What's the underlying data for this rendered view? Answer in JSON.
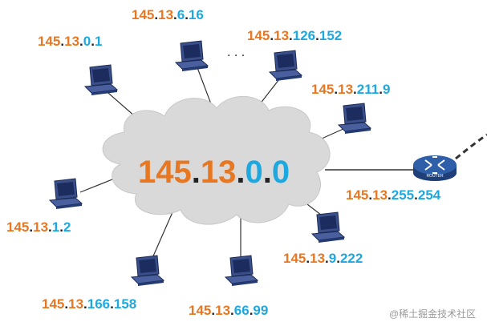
{
  "colors": {
    "network": "#e87722",
    "subnet": "#e87722",
    "host": "#1ea8e0",
    "dot": "#222222",
    "link": "#333333",
    "cloud_fill": "#d9d9d9",
    "router_fill": "#2f5fa8"
  },
  "network_label": {
    "p1": "145",
    "p2": "13",
    "p3": "0",
    "p4": "0"
  },
  "hosts": [
    {
      "id": "h1",
      "p1": "145",
      "p2": "13",
      "p3": "0",
      "p4": "1"
    },
    {
      "id": "h2",
      "p1": "145",
      "p2": "13",
      "p3": "6",
      "p4": "16"
    },
    {
      "id": "h3",
      "p1": "145",
      "p2": "13",
      "p3": "126",
      "p4": "152"
    },
    {
      "id": "h4",
      "p1": "145",
      "p2": "13",
      "p3": "211",
      "p4": "9"
    },
    {
      "id": "h5",
      "p1": "145",
      "p2": "13",
      "p3": "1",
      "p4": "2"
    },
    {
      "id": "h6",
      "p1": "145",
      "p2": "13",
      "p3": "166",
      "p4": "158"
    },
    {
      "id": "h7",
      "p1": "145",
      "p2": "13",
      "p3": "66",
      "p4": "99"
    },
    {
      "id": "h8",
      "p1": "145",
      "p2": "13",
      "p3": "9",
      "p4": "222"
    }
  ],
  "router": {
    "label": "ROUTER",
    "p1": "145",
    "p2": "13",
    "p3": "255",
    "p4": "254"
  },
  "ellipsis": ". . .",
  "watermark": "@稀土掘金技术社区"
}
